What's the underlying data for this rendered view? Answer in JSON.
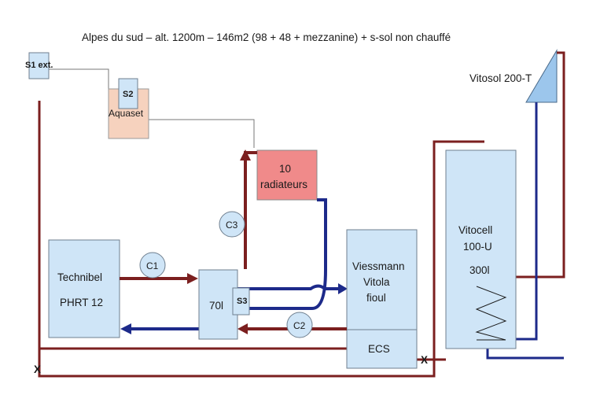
{
  "title": "Alpes du sud – alt. 1200m – 146m2 (98 + 48 + mezzanine) + s-sol non chauffé",
  "colors": {
    "dark_red": "#7b1f1f",
    "dark_blue": "#1d2a8a",
    "box_fill": "#cfe5f7",
    "box_stroke": "#6f7f8f",
    "radiator_fill": "#f08a8a",
    "aquaset_fill": "#f6d2be",
    "collector_fill": "#9cc6ec"
  },
  "sensors": {
    "s1": "S1 ext.",
    "s2": "S2",
    "s3": "S3"
  },
  "components": {
    "aquaset": "Aquaset",
    "vitosol": "Vitosol 200-T",
    "radiators_line1": "10",
    "radiators_line2": "radiateurs",
    "technibel_line1": "Technibel",
    "technibel_line2": "PHRT 12",
    "tank": "70l",
    "boiler_line1": "Viessmann",
    "boiler_line2": "Vitola",
    "boiler_line3": "fioul",
    "ecs": "ECS",
    "vitocell_line1": "Vitocell",
    "vitocell_line2": "100-U",
    "vitocell_line3": "300l"
  },
  "circulators": {
    "c1": "C1",
    "c2": "C2",
    "c3": "C3"
  },
  "valves": {
    "x_left": "X",
    "x_right": "X"
  }
}
